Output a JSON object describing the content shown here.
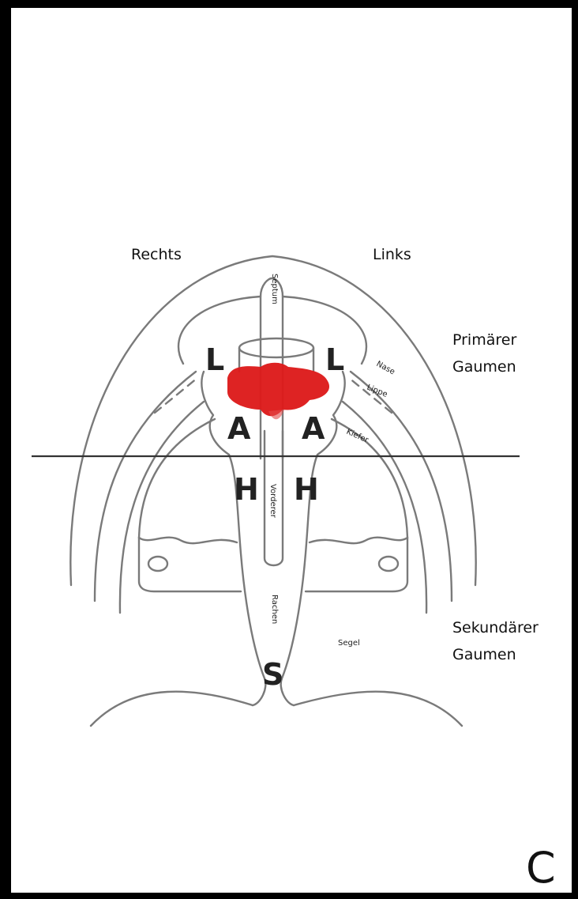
{
  "labels": {
    "right": "Rechts",
    "left": "Links",
    "primary_1": "Primärer",
    "primary_2": "Gaumen",
    "secondary_1": "Sekundärer",
    "secondary_2": "Gaumen",
    "panel": "C"
  },
  "letters": {
    "l_right": "L",
    "l_left": "L",
    "a_right": "A",
    "a_left": "A",
    "h_right": "H",
    "h_left": "H",
    "s": "S"
  },
  "structures": {
    "septum": "Septum",
    "nase": "Nase",
    "lippe": "Lippe",
    "kiefer": "Kiefer",
    "vorderer": "Vorderer",
    "rachen": "Rachen",
    "segel": "Segel"
  },
  "colors": {
    "lesion": "#dd1a1a",
    "outline": "#7a7a7a",
    "frame": "#000000"
  }
}
